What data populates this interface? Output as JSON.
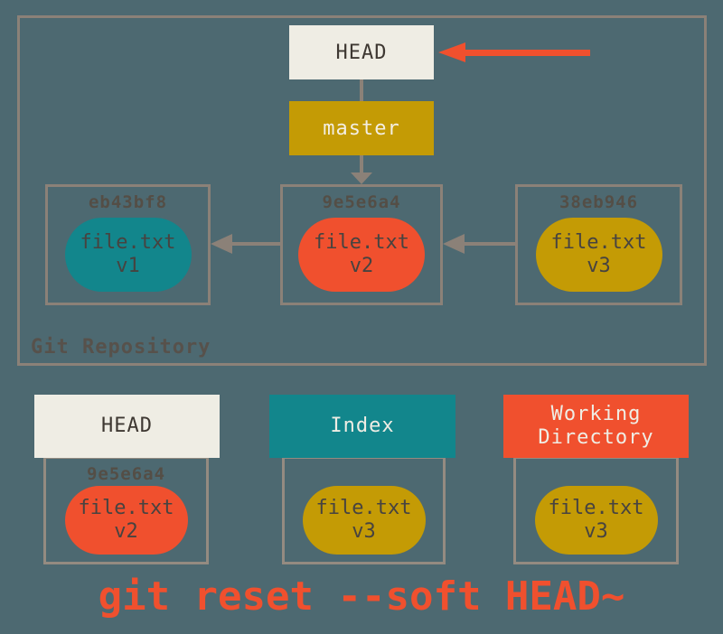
{
  "repository": {
    "label": "Git Repository",
    "head": {
      "label": "HEAD"
    },
    "branch": {
      "label": "master"
    },
    "commits": [
      {
        "hash": "eb43bf8",
        "file": "file.txt",
        "version": "v1"
      },
      {
        "hash": "9e5e6a4",
        "file": "file.txt",
        "version": "v2"
      },
      {
        "hash": "38eb946",
        "file": "file.txt",
        "version": "v3"
      }
    ]
  },
  "working_areas": [
    {
      "title": "HEAD",
      "hash": "9e5e6a4",
      "file": "file.txt",
      "version": "v2"
    },
    {
      "title": "Index",
      "file": "file.txt",
      "version": "v3"
    },
    {
      "title": "Working Directory",
      "file": "file.txt",
      "version": "v3"
    }
  ],
  "caption": "git reset --soft HEAD~",
  "colors": {
    "background": "#4D6971",
    "box_border": "#8B8178",
    "cream": "#EFEDE4",
    "gold": "#C49B05",
    "teal": "#12868C",
    "orange": "#F0502E",
    "dark_text": "#3E3832",
    "hash_text": "#544E46"
  }
}
